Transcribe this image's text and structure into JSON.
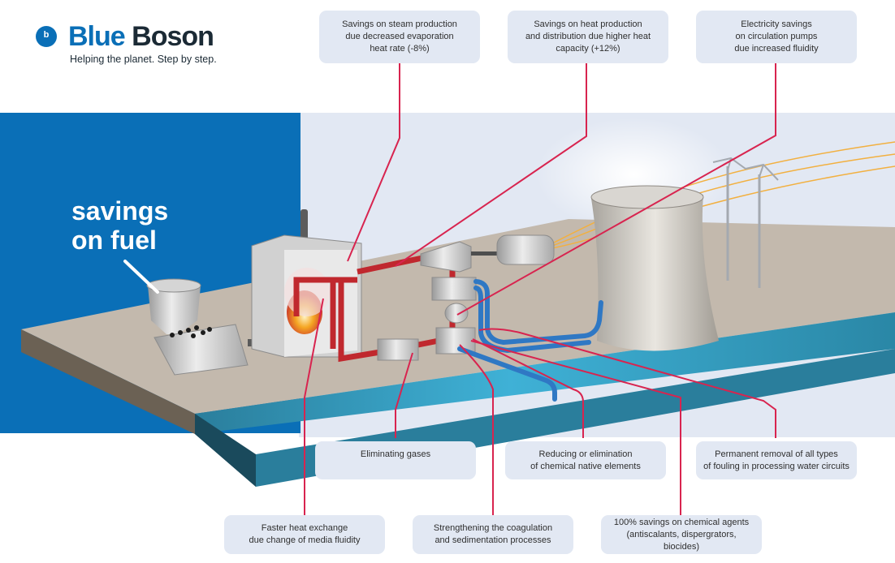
{
  "brand": {
    "logo_mark": "b",
    "name_part1": "Blue",
    "name_part2": "Boson",
    "tagline": "Helping the planet. Step by step."
  },
  "headline": {
    "line1": "savings",
    "line2": "on fuel"
  },
  "colors": {
    "brand_blue": "#0a6fb7",
    "callout_bg": "#e2e8f3",
    "leader_line": "#d8244f",
    "hot_pipe": "#c0282e",
    "cold_pipe": "#2f78c4",
    "power_line": "#f2b040",
    "ground_top": "#c3b9ad",
    "ground_side": "#6b6154",
    "water": "#2d8aa8",
    "sky": "#e2e8f3"
  },
  "callouts_top": [
    {
      "id": "steam",
      "lines": [
        "Savings on steam production",
        "due decreased evaporation",
        "heat rate (-8%)"
      ]
    },
    {
      "id": "heat",
      "lines": [
        "Savings on heat production",
        "and distribution due higher heat",
        "capacity (+12%)"
      ]
    },
    {
      "id": "electricity",
      "lines": [
        "Electricity savings",
        "on circulation pumps",
        "due increased fluidity"
      ]
    }
  ],
  "callouts_middle": [
    {
      "id": "gases",
      "lines": [
        "Eliminating gases"
      ]
    },
    {
      "id": "chemical-elements",
      "lines": [
        "Reducing or elimination",
        "of chemical native elements"
      ]
    },
    {
      "id": "fouling",
      "lines": [
        "Permanent removal of all types",
        "of fouling in processing water circuits"
      ]
    }
  ],
  "callouts_bottom": [
    {
      "id": "heat-exchange",
      "lines": [
        "Faster heat exchange",
        "due change of media fluidity"
      ]
    },
    {
      "id": "coagulation",
      "lines": [
        "Strengthening the coagulation",
        "and sedimentation processes"
      ]
    },
    {
      "id": "chemical-agents",
      "lines": [
        "100% savings on chemical agents",
        "(antiscalants, dispergrators, biocides)"
      ]
    }
  ],
  "components": [
    "fuel-hopper",
    "coal-conveyor",
    "boiler-furnace",
    "steam-turbine",
    "generator",
    "condenser",
    "circulation-pump",
    "gas-separator",
    "water-treatment-unit",
    "cooling-tower",
    "transmission-pylons",
    "power-lines"
  ]
}
